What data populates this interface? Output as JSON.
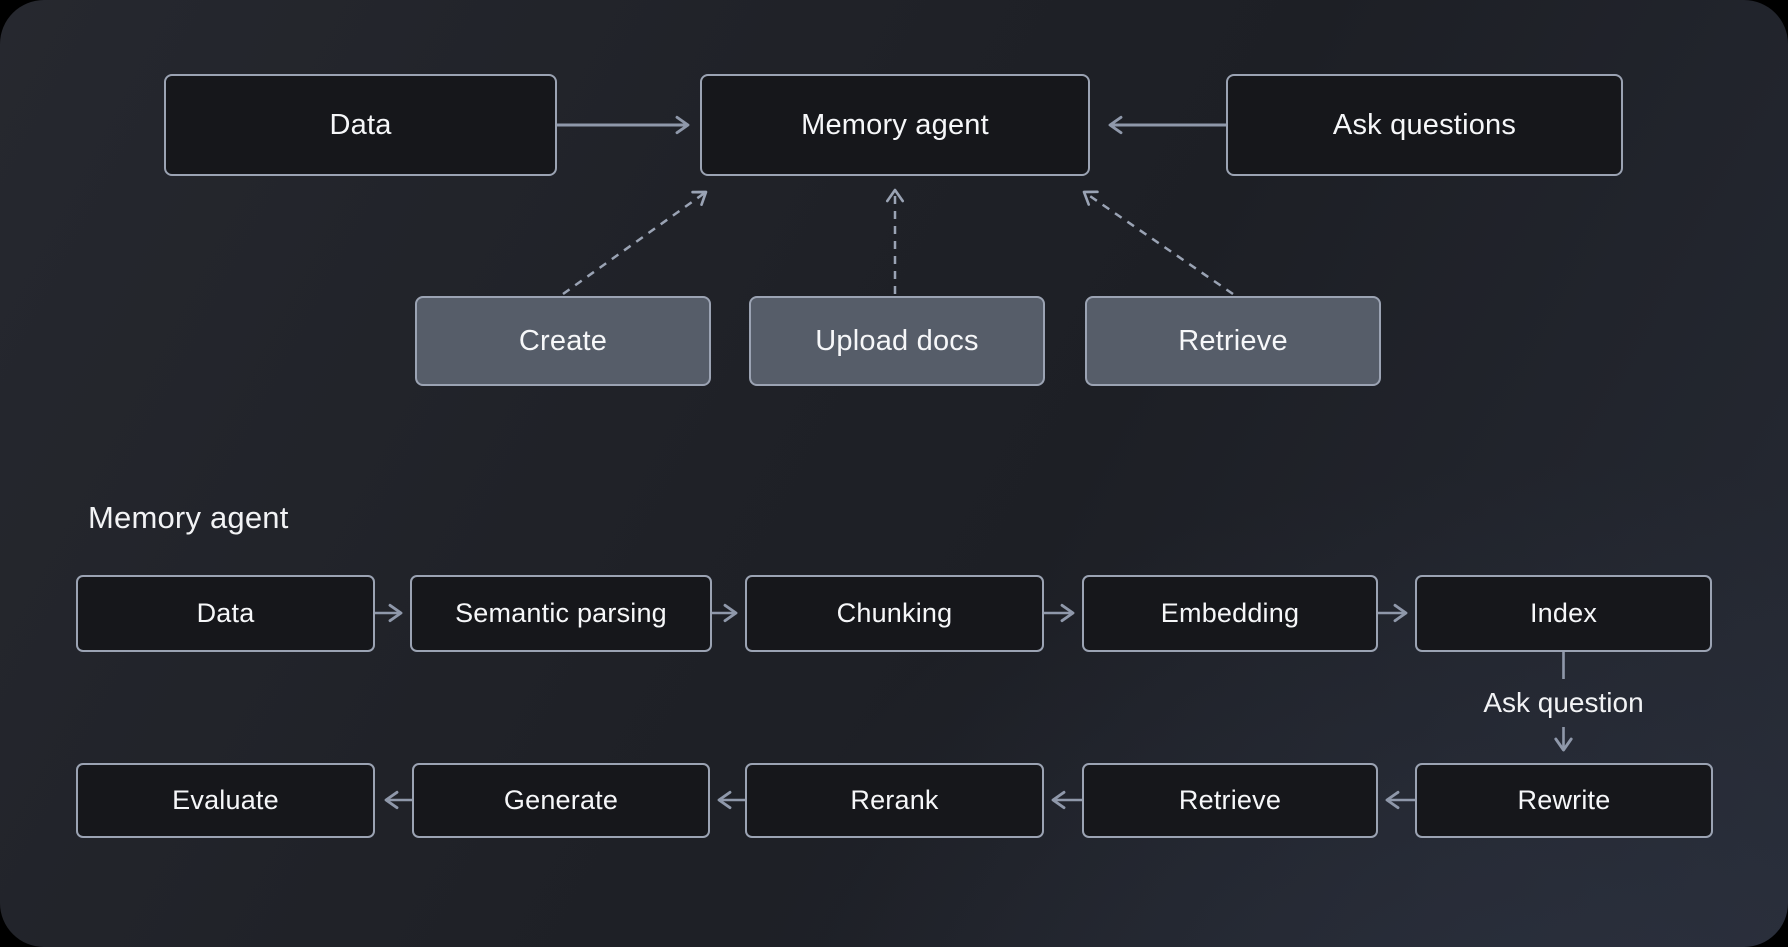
{
  "colors": {
    "canvas_background_dark": "#1f2127",
    "canvas_background_light": "#262a34",
    "node_dark_fill": "#16171b",
    "node_gray_fill": "#565d69",
    "node_border": "#9ba3b3",
    "solid_connector": "#8f98aa",
    "dashed_connector": "#9aa3b4",
    "text": "#f6f7f9"
  },
  "overview": {
    "sources": {
      "data": "Data",
      "ask_questions": "Ask questions"
    },
    "hub": "Memory agent",
    "operations": [
      "Create",
      "Upload docs",
      "Retrieve"
    ]
  },
  "detail": {
    "section_label": "Memory agent",
    "ingest_pipeline": [
      "Data",
      "Semantic parsing",
      "Chunking",
      "Embedding",
      "Index"
    ],
    "connector_label": "Ask question",
    "query_pipeline": [
      "Rewrite",
      "Retrieve",
      "Rerank",
      "Generate",
      "Evaluate"
    ]
  }
}
